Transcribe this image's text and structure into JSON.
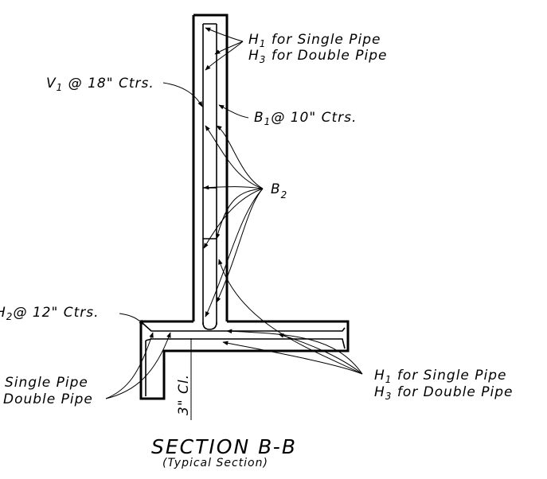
{
  "labels": {
    "h1_single_top": {
      "main": "H",
      "sub": "1",
      "rest": " for Single Pipe"
    },
    "h3_double_top": {
      "main": "H",
      "sub": "3",
      "rest": " for Double Pipe"
    },
    "v1_spacing": {
      "main": "V",
      "sub": "1",
      "rest": " @ 18\" Ctrs."
    },
    "b1_spacing": {
      "main": "B",
      "sub": "1",
      "rest": "@ 10\" Ctrs."
    },
    "b2": {
      "main": "B",
      "sub": "2"
    },
    "h2_spacing": {
      "main": "H",
      "sub": "2",
      "rest": "@ 12\" Ctrs."
    },
    "single_pipe_left": "Single Pipe",
    "double_pipe_left": "Double Pipe",
    "h1_single_bottom": {
      "main": "H",
      "sub": "1",
      "rest": " for Single Pipe"
    },
    "h3_double_bottom": {
      "main": "H",
      "sub": "3",
      "rest": " for Double Pipe"
    },
    "clear_cover": "3\" Cl."
  },
  "section_title": "SECTION B-B",
  "section_subtitle": "(Typical Section)"
}
